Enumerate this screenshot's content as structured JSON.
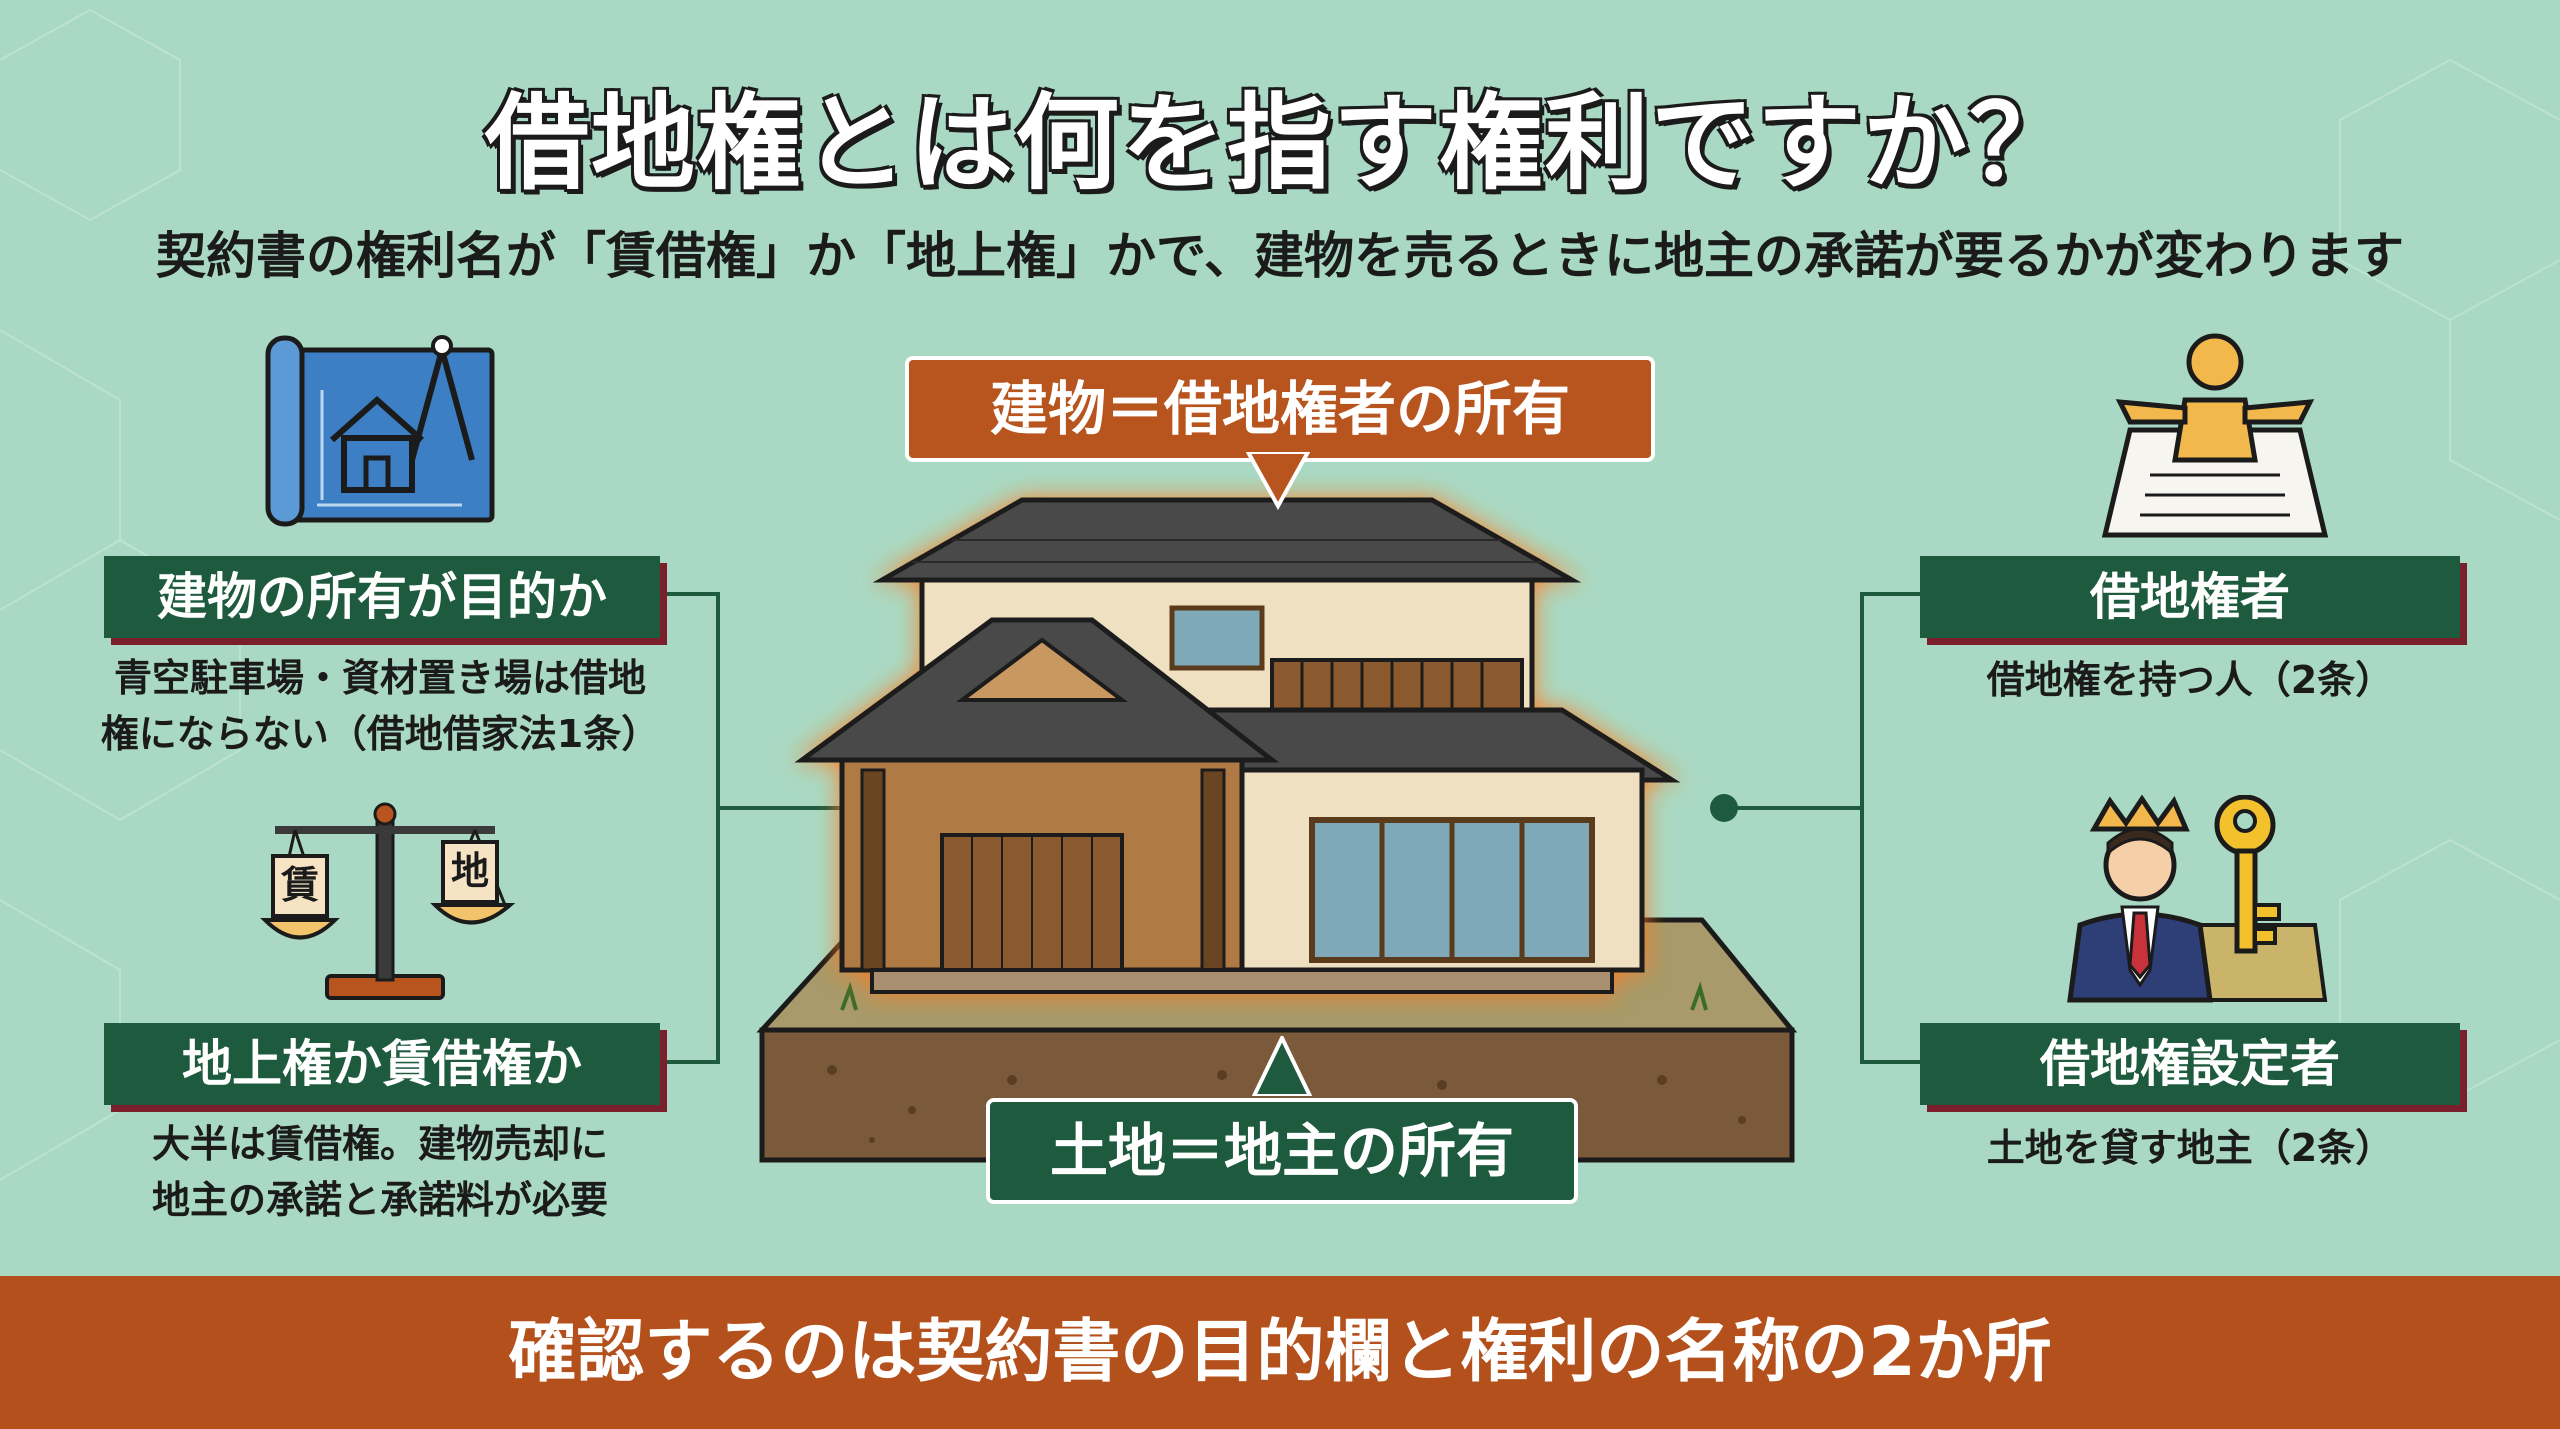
{
  "title": "借地権とは何を指す権利ですか？",
  "subtitle": "契約書の権利名が「賃借権」か「地上権」かで、建物を売るときに地主の承諾が要るかが変わります",
  "left": {
    "top": {
      "label": "建物の所有が目的か",
      "desc_line1": "青空駐車場・資材置き場は借地",
      "desc_line2": "権にならない（借地借家法1条）"
    },
    "bottom": {
      "label": "地上権か賃借権か",
      "desc_line1": "大半は賃借権。建物売却に",
      "desc_line2": "地主の承諾と承諾料が必要",
      "scale_left": "賃",
      "scale_right": "地"
    }
  },
  "center": {
    "top_callout": "建物＝借地権者の所有",
    "bottom_callout": "土地＝地主の所有"
  },
  "right": {
    "top": {
      "label": "借地権者",
      "desc": "借地権を持つ人（2条）"
    },
    "bottom": {
      "label": "借地権設定者",
      "desc": "土地を貸す地主（2条）"
    }
  },
  "footer": "確認するのは契約書の目的欄と権利の名称の2か所",
  "colors": {
    "background": "#a9d9c4",
    "dark_green": "#1e5a3e",
    "burgundy": "#7a1f2b",
    "orange": "#b8541d",
    "footer_orange": "#b3501b"
  },
  "icons": {
    "left_top": "blueprint-house-icon",
    "left_bottom": "balance-scale-icon",
    "right_top": "person-document-icon",
    "right_bottom": "landlord-crown-key-icon"
  }
}
